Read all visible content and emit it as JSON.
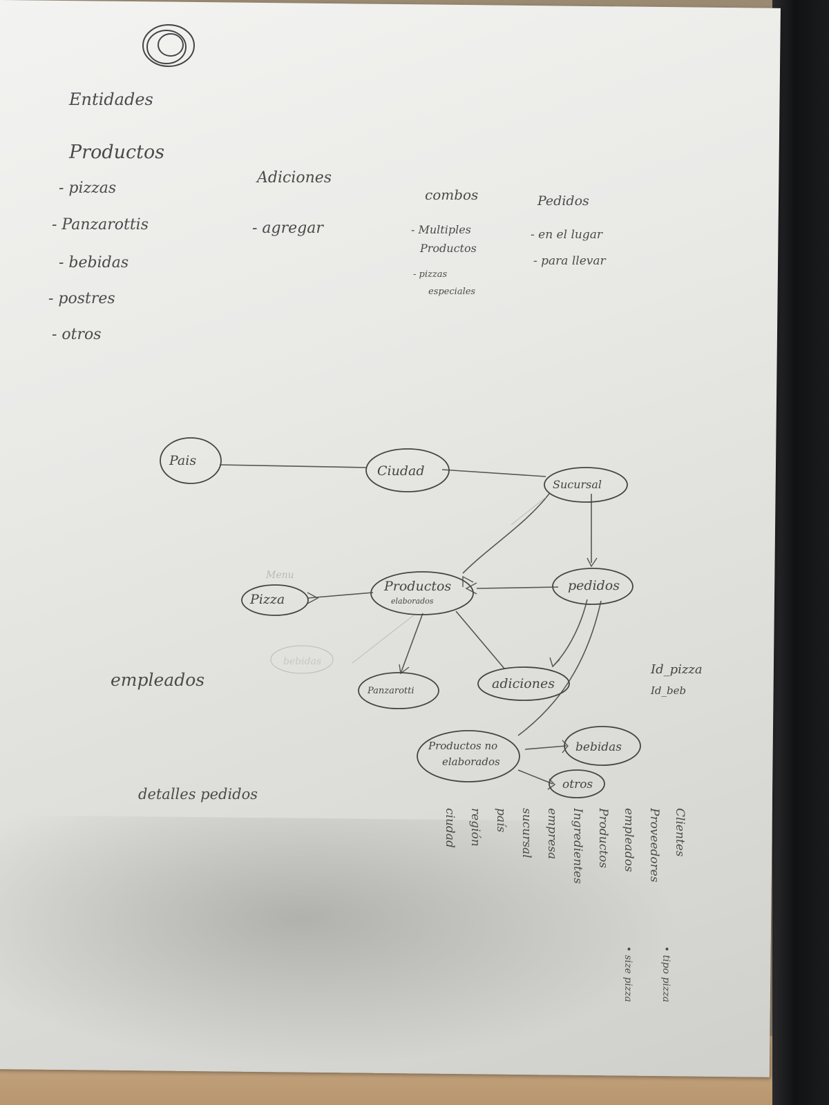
{
  "entities_heading": "Entidades",
  "productos": {
    "title": "Productos",
    "items": [
      "- pizzas",
      "- Panzarottis",
      "- bebidas",
      "- postres",
      "- otros"
    ]
  },
  "adiciones": {
    "title": "Adiciones",
    "items": [
      "- agregar"
    ]
  },
  "combos": {
    "title": "combos",
    "items": [
      "- Multiples",
      "Productos",
      "- pizzas",
      "especiales"
    ]
  },
  "pedidos": {
    "title": "Pedidos",
    "items": [
      "- en el lugar",
      "- para llevar"
    ]
  },
  "diagram": {
    "nodes": {
      "pais": "Pais",
      "ciudad": "Ciudad",
      "sucursal": "Sucursal",
      "productos_elaborados_1": "Productos",
      "productos_elaborados_2": "elaborados",
      "pedidos": "pedidos",
      "pizza": "Pizza",
      "panzarotti": "Panzarotti",
      "adiciones": "adiciones",
      "no_elab_1": "Productos no",
      "no_elab_2": "elaborados",
      "bebidas": "bebidas",
      "otros": "otros"
    },
    "faint_labels": {
      "menu": "Menu",
      "erased": "bebidas"
    },
    "id_labels": [
      "Id_pizza",
      "Id_beb"
    ]
  },
  "empleados": "empleados",
  "detalles_pedidos": "detalles pedidos",
  "vertical_list": [
    "Clientes",
    "Proveedores",
    "empleados",
    "Productos",
    "Ingredientes",
    "empresa",
    "sucursal",
    "país",
    "región",
    "ciudad"
  ],
  "vertical_notes": [
    "• tipo pizza",
    "• size pizza"
  ]
}
